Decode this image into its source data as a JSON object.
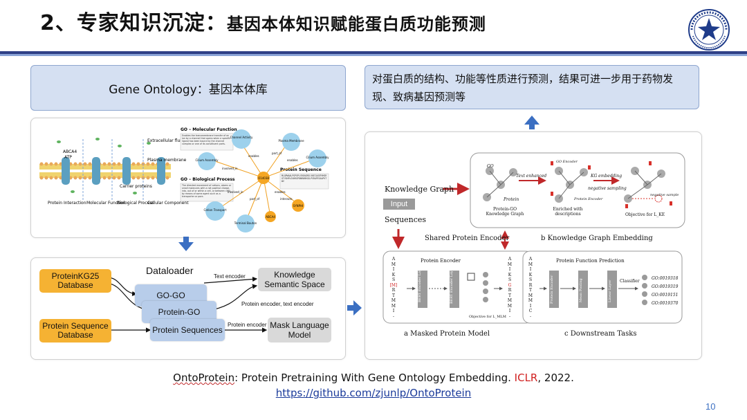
{
  "header": {
    "title_main": "2、专家知识沉淀：",
    "title_sub": "基因本体知识赋能蛋白质功能预测"
  },
  "left": {
    "banner": "Gene Ontology：基因本体库",
    "go_figure": {
      "cell_labels": [
        "Extracellular fluid",
        "Plasma membrane",
        "Carrier proteins",
        "ABCA4",
        "ATP"
      ],
      "columns": [
        "Protein Interaction",
        "Molecular Function",
        "Biological Process",
        "Cellular Component"
      ],
      "mf_heading": "GO – Molecular Function",
      "mf_text": "Enables the transmembrane transfer of an ion by a channel that opens when a specific ligand has been bound by the channel complex or one of its constituent parts.",
      "bp_heading": "GO – Biological Process",
      "bp_text": "The directed movement of cations, atoms or small molecules with a net positive charge, into, out of or within a cell, or between cells, by means of some agent such as a transporter or pore.",
      "seq_heading": "Protein Sequence",
      "seq_text": "MLQPWAALPGPGPLSREAGRELVKEIAGSPVHGRGTVGHPLGVHRGPDNMARRGGLPSRAPESAAPVTWV",
      "nodes": [
        "Channel Activity",
        "Plasma Membrane",
        "Cilium Assembly",
        "Cilium Assembly",
        "Cation Transport",
        "Terminal Bouton",
        "O14038",
        "SYNPHI",
        "ABCA4"
      ],
      "edges": [
        "enables",
        "part_of",
        "enables",
        "involved_in",
        "involved_in",
        "part_of",
        "enables",
        "interacts"
      ]
    },
    "dataloader": {
      "title": "Dataloader",
      "db1": "ProteinKG25 Database",
      "db2": "Protein Sequence Database",
      "stack": [
        "GO-GO",
        "Protein-GO",
        "Protein Sequences"
      ],
      "text_encoder": "Text encoder",
      "protein_text_encoder": "Protein encoder, text encoder",
      "protein_encoder": "Protein encoder",
      "ks": "Knowledge Semantic Space",
      "mlm": "Mask Language Model"
    }
  },
  "right": {
    "banner": "对蛋白质的结构、功能等性质进行预测，结果可进一步用于药物发现、致病基因预测等",
    "figure": {
      "kg_label": "Knowledge Graph",
      "input_label": "Input",
      "seq_label": "Sequences",
      "text_enhanced": "Text enhanced",
      "kg_embedding": "KG embedding",
      "negative_sampling": "negative sampling",
      "go_label": "GO",
      "protein_label": "Protein",
      "go_encoder": "GO Encoder",
      "protein_encoder_small": "Protein Encoder",
      "negative_sample": "negative sample",
      "sub_a": "Protein-GO Knowledge Graph",
      "sub_b": "Enriched with descriptions",
      "sub_c": "Objective for L_KE",
      "shared_encoder": "Shared Protein Encoder",
      "b_caption": "b Knowledge Graph Embedding",
      "pe_title": "Protein Encoder",
      "bert_first": "BERT Encoder Layer 1",
      "bert_last": "BERT Encoder Layer 30",
      "seq_letters_in": [
        "A",
        "M",
        "I",
        "K",
        "S",
        "[M]",
        "R",
        "T",
        "M",
        "M",
        "I",
        "-"
      ],
      "seq_letters_out": [
        "A",
        "M",
        "I",
        "K",
        "S",
        "G",
        "R",
        "T",
        "M",
        "M",
        "I",
        "-"
      ],
      "objective_mlm": "Objective for L_MLM",
      "a_caption": "a Masked Protein Model",
      "pfp_title": "Protein Function Prediction",
      "pfp_seq": [
        "A",
        "M",
        "I",
        "K",
        "S",
        "R",
        "T",
        "M",
        "M",
        "I",
        "C",
        "-"
      ],
      "pfp_blocks": [
        "Protein Encoder",
        "Mean Pooling",
        "Linear Layer"
      ],
      "classifier": "Classifier",
      "go_terms": [
        "GO:0019318",
        "GO:0019319",
        "GO:0019151",
        "GO:0019370"
      ],
      "c_caption": "c Downstream Tasks"
    }
  },
  "citation": {
    "prefix": "OntoProtein",
    "middle": ": Protein Pretraining With Gene Ontology Embedding. ",
    "venue": "ICLR",
    "year": ", 2022.",
    "url": "https://github.com/zjunlp/OntoProtein"
  },
  "page_number": "10",
  "colors": {
    "accent_dark": "#2e3f86",
    "accent_light": "#8aa3d6",
    "banner_fill": "#d5e0f2",
    "arrow_blue": "#3b6fc2",
    "arrow_red": "#c0282a",
    "orange": "#f5b233"
  }
}
